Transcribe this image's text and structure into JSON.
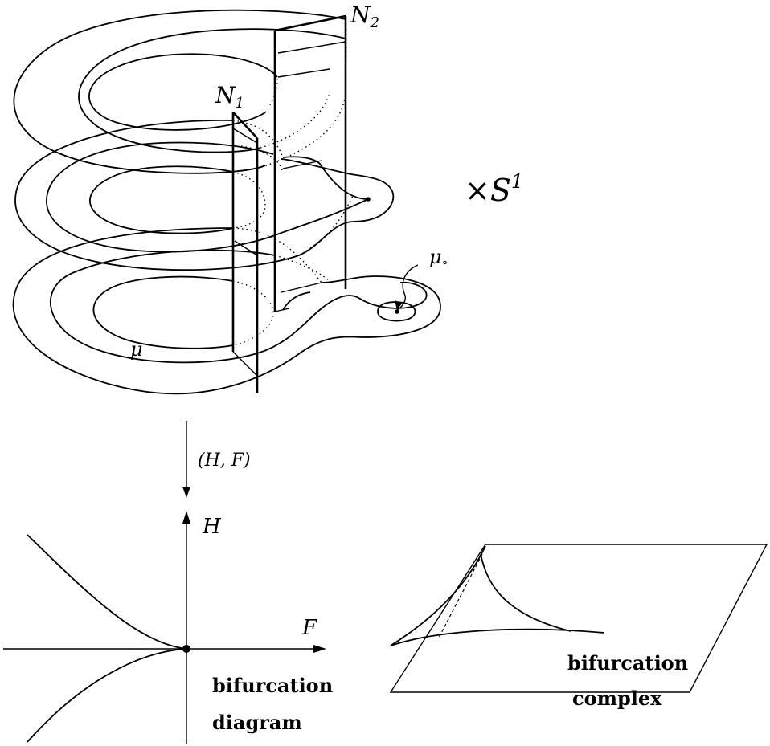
{
  "labels": {
    "n2_script": "N",
    "n2_sub": "2",
    "n1_script": "N",
    "n1_sub": "1",
    "times_s1": "×S",
    "times_s1_sup": "1",
    "mu_circ": "μ",
    "mu_circ_sub": "∘",
    "mu": "μ",
    "map": "(H, F)",
    "axis_h": "H",
    "axis_f": "F",
    "diagram_line1": "bifurcation",
    "diagram_line2": "diagram",
    "complex_line1": "bifurcation",
    "complex_line2": "complex"
  }
}
